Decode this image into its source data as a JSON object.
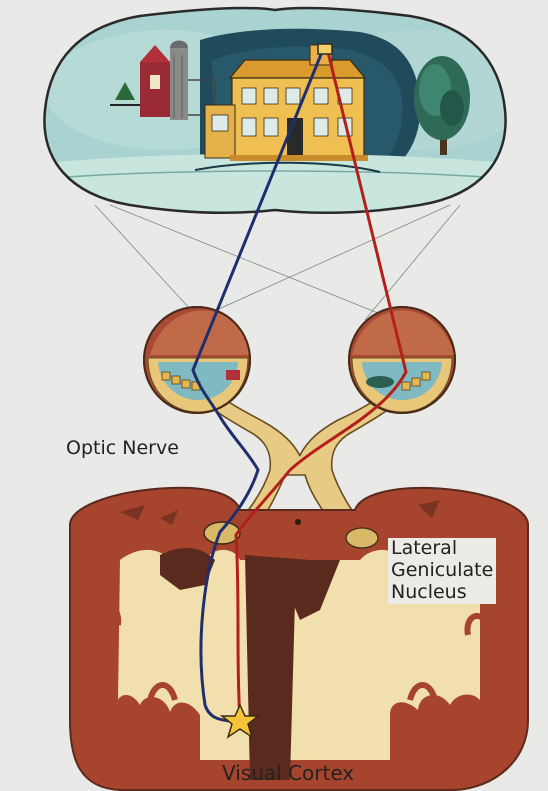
{
  "labels": {
    "optic_nerve": "Optic Nerve",
    "lgn": [
      "Lateral",
      "Geniculate",
      "Nucleus"
    ],
    "visual_cortex": "Visual Cortex"
  },
  "colors": {
    "background": "#e9e9e7",
    "left_pathway": "#1f2f6e",
    "right_pathway": "#b3201c",
    "brain_tissue": "#a7442d",
    "white_matter": "#f1dfad",
    "nerve": "#e7cb84",
    "sky": "#98ccc9",
    "house": "#efbf52"
  },
  "icons": [
    "scene-house",
    "barn-icon",
    "tree-icon",
    "left-eye",
    "right-eye",
    "star-icon"
  ]
}
